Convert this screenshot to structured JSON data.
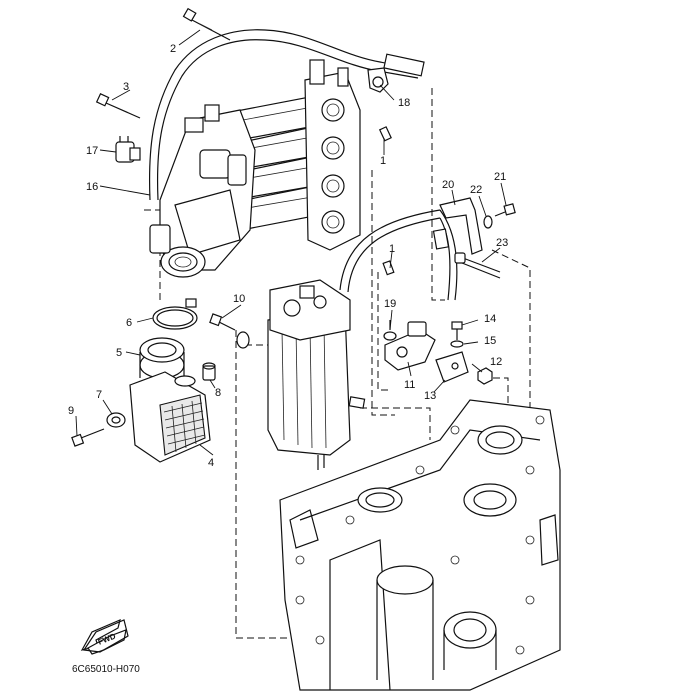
{
  "callouts": {
    "c1a": "1",
    "c1b": "1",
    "c2": "2",
    "c3": "3",
    "c4": "4",
    "c5": "5",
    "c6": "6",
    "c7": "7",
    "c8": "8",
    "c9": "9",
    "c10": "10",
    "c11": "11",
    "c12": "12",
    "c13": "13",
    "c14": "14",
    "c15": "15",
    "c16": "16",
    "c17": "17",
    "c18": "18",
    "c19": "19",
    "c20": "20",
    "c21": "21",
    "c22": "22",
    "c23": "23"
  },
  "fwd_label": "FWD",
  "diagram_code": "6C65010-H070"
}
